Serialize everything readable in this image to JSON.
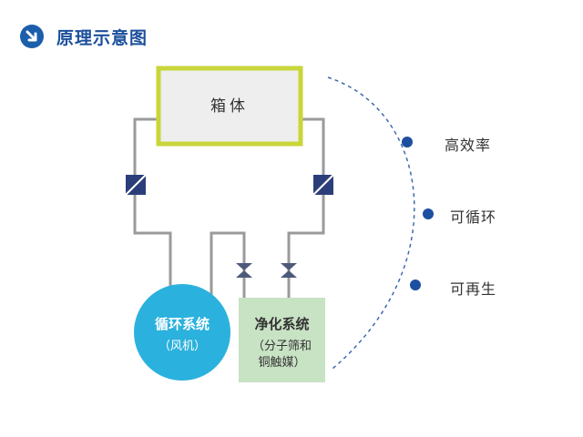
{
  "header": {
    "title": "原理示意图",
    "icon": "arrow-down-right-icon",
    "accent_color": "#1b5eab"
  },
  "diagram": {
    "chamber": {
      "label": "箱体",
      "border_color": "#c8d63a",
      "fill_color": "#eeeeee"
    },
    "circulation": {
      "title": "循环系统",
      "subtitle": "（风机）",
      "color": "#2bb1dd"
    },
    "purification": {
      "title": "净化系统",
      "subtitle_line1": "（分子筛和",
      "subtitle_line2": "铜触媒）",
      "color": "#c8e2c4"
    },
    "pipe_color": "#9a9a9a",
    "filter_color": "#2c3e7a",
    "arc_color": "#1d4fa0",
    "benefits": [
      {
        "label": "高效率"
      },
      {
        "label": "可循环"
      },
      {
        "label": "可再生"
      }
    ]
  }
}
